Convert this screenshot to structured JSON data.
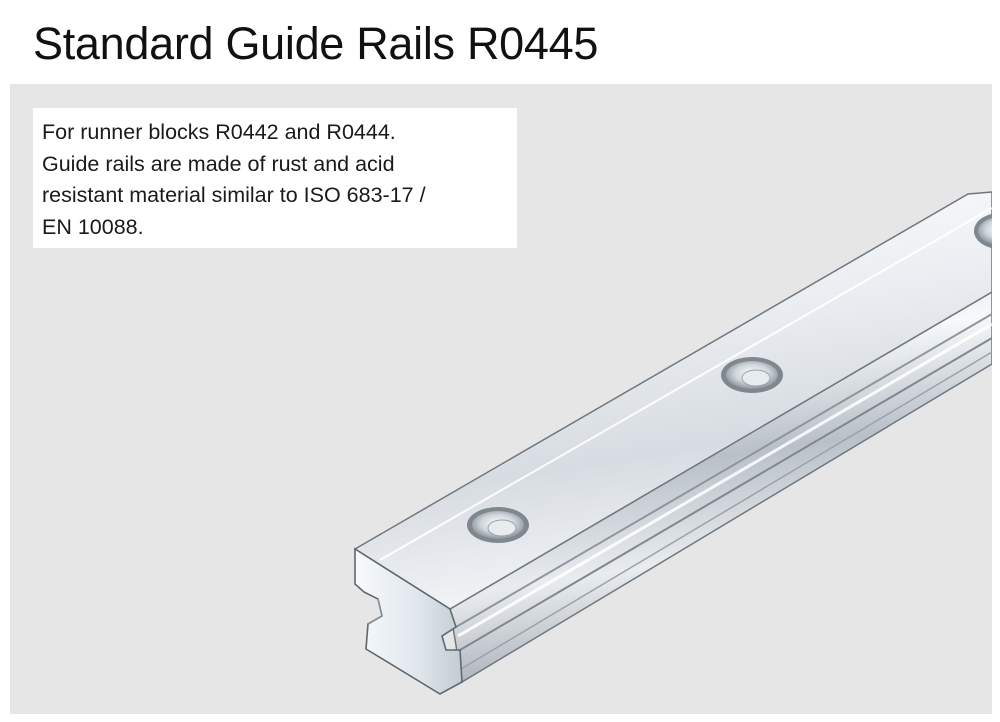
{
  "document": {
    "title": "Standard Guide Rails R0445",
    "caption_lines": [
      "For runner blocks R0442 and R0444.",
      "Guide rails are made of rust and acid",
      "resistant material similar to ISO 683-17 /",
      "EN 10088."
    ]
  },
  "figure": {
    "subject": "guide-rail-illustration",
    "panel_color": "#e6e6e6",
    "rail_color": "#c9d0d8",
    "highlight_color": "#f7f9fb",
    "shadow_color": "#8e959d"
  }
}
